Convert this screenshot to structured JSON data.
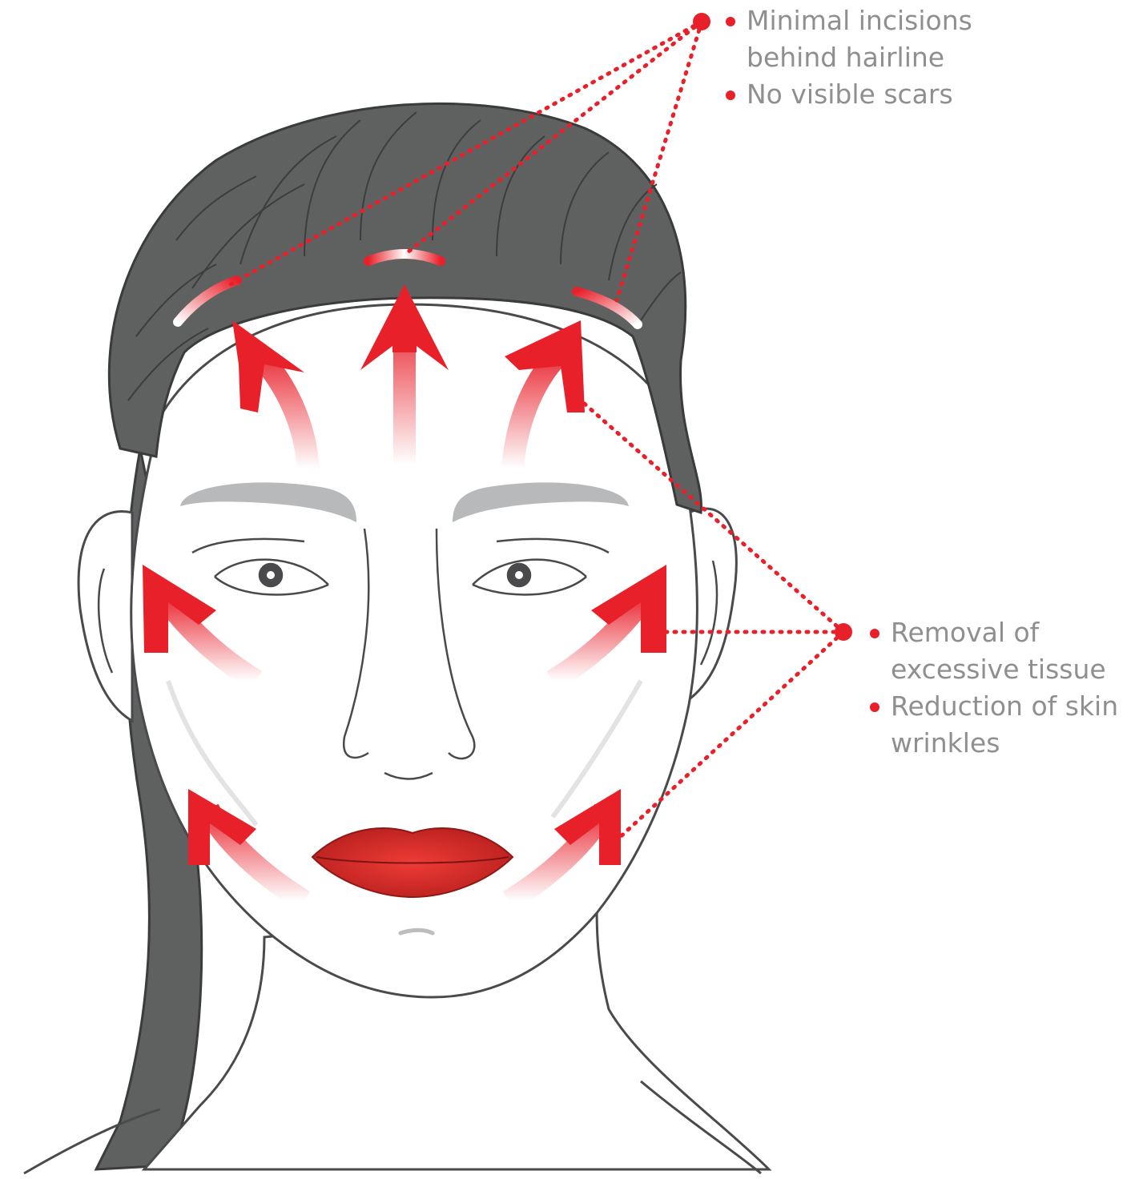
{
  "colors": {
    "accent": "#e8202a",
    "hair": "#5f6161",
    "brow": "#b8b9ba",
    "outline": "#4a4a4c",
    "lips": "#d42a28",
    "text": "#8f8f8f"
  },
  "callouts": {
    "incisions": {
      "items": [
        "Minimal incisions behind hairline",
        "No visible scars"
      ]
    },
    "tissue": {
      "items": [
        "Removal of excessive tissue",
        "Reduction of skin wrinkles"
      ]
    }
  },
  "icons": {
    "lift_arrow": "arrow-up-icon",
    "incision": "incision-arc-icon",
    "callout_dot": "dot-icon"
  }
}
